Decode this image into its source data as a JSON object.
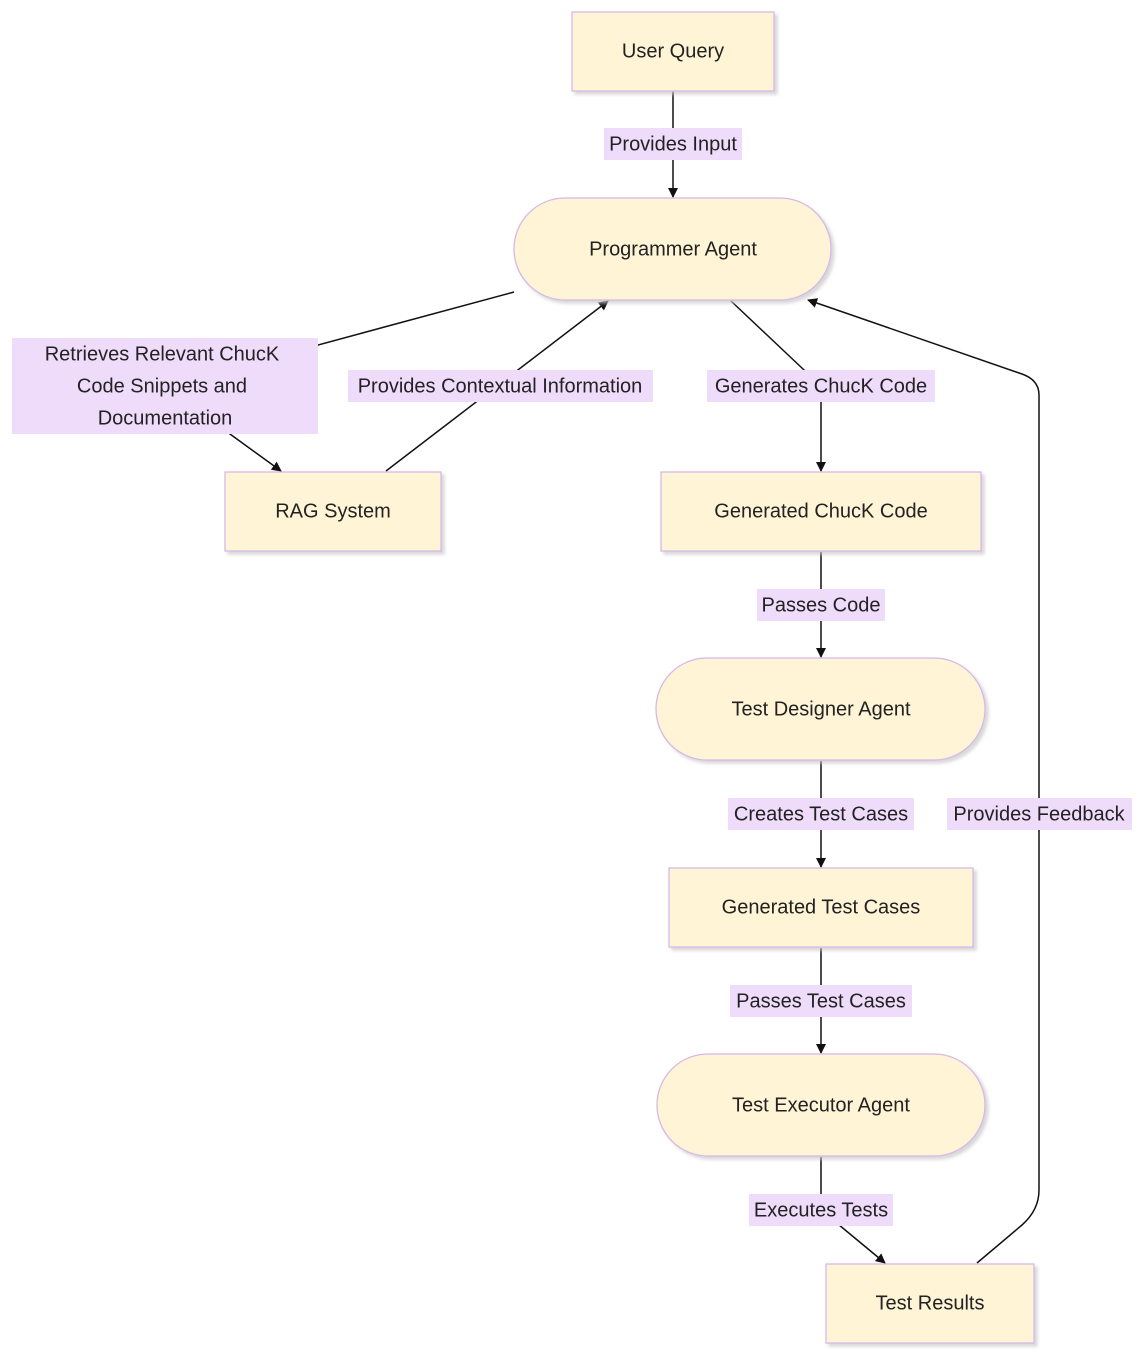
{
  "nodes": {
    "user_query": "User Query",
    "programmer_agent": "Programmer Agent",
    "rag_system": "RAG System",
    "generated_chuck_code": "Generated ChucK Code",
    "test_designer_agent": "Test Designer Agent",
    "generated_test_cases": "Generated Test Cases",
    "test_executor_agent": "Test Executor Agent",
    "test_results": "Test Results"
  },
  "edges": {
    "provides_input": "Provides Input",
    "retrieves_line1": "Retrieves Relevant ChucK",
    "retrieves_line2": "Code Snippets and",
    "retrieves_line3": "Documentation",
    "provides_contextual": "Provides Contextual Information",
    "generates_chuck": "Generates ChucK Code",
    "passes_code": "Passes Code",
    "creates_test_cases": "Creates Test Cases",
    "passes_test_cases": "Passes Test Cases",
    "executes_tests": "Executes Tests",
    "provides_feedback": "Provides Feedback"
  },
  "colors": {
    "node_fill": "#fff4d6",
    "node_border": "#d7b8e8",
    "label_background": "#efdcfb",
    "edge": "#111111"
  }
}
